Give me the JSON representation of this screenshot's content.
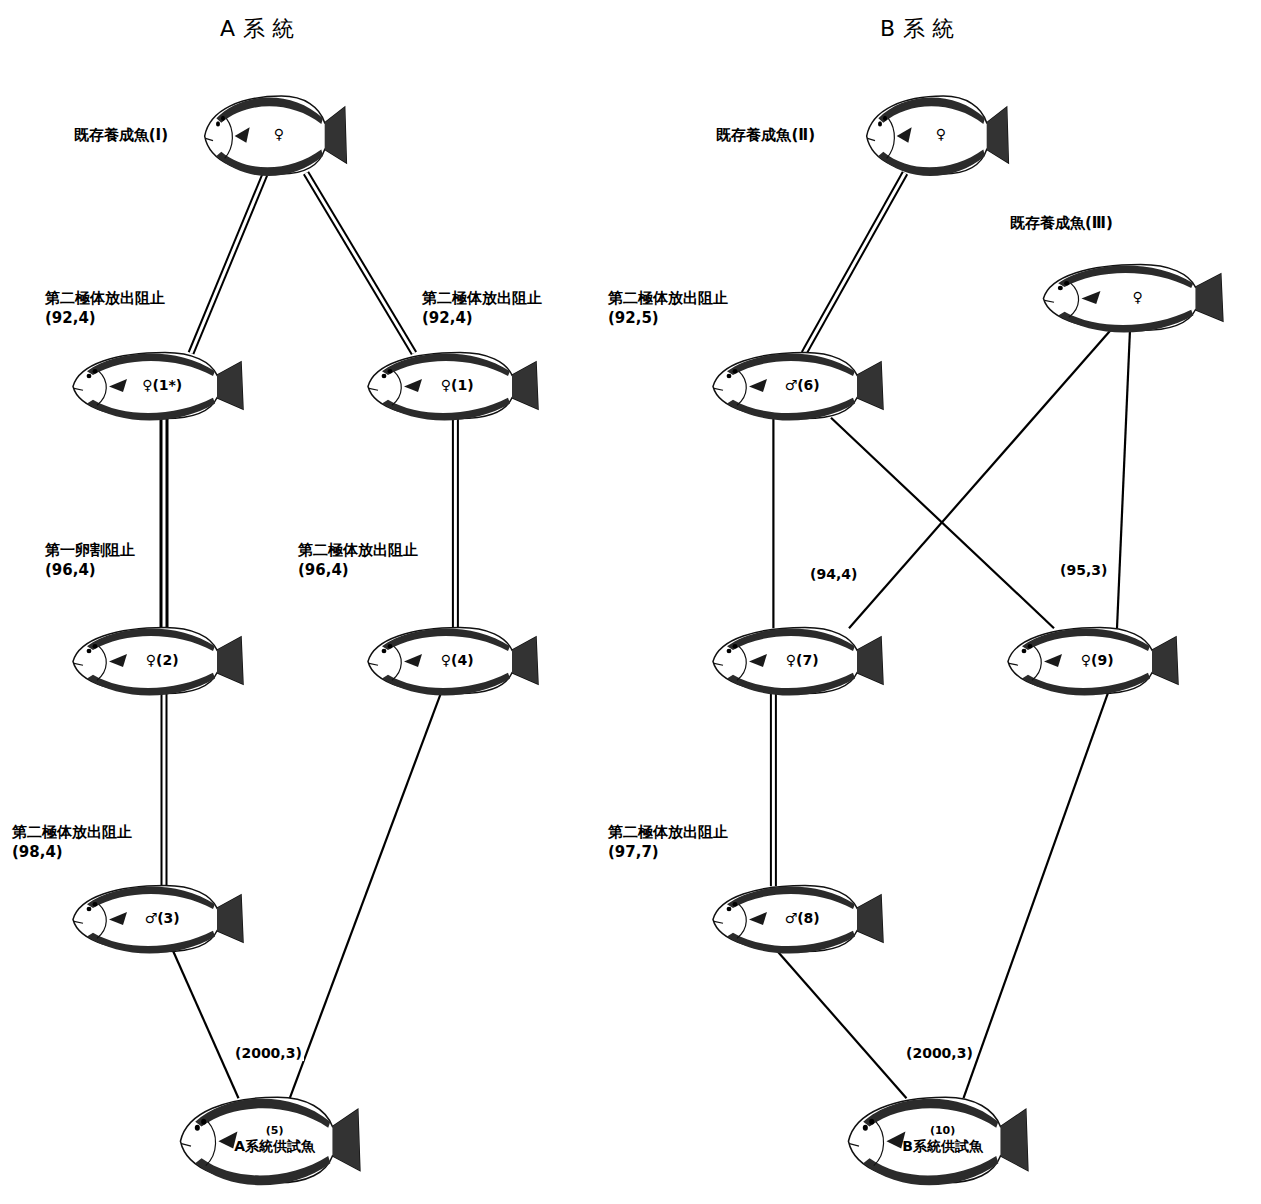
{
  "diagram": {
    "nodes": [
      {
        "text": [
          "既存養成魚(Ⅰ)",
          "♀"
        ]
      },
      {
        "text": [
          "♀(1*)"
        ]
      },
      {
        "text": [
          "♀(1)"
        ]
      },
      {
        "text": [
          "♀(2)"
        ]
      },
      {
        "text": [
          "♀(4)"
        ]
      },
      {
        "text": [
          "♂(3)"
        ]
      },
      {
        "text": [
          "(5)",
          "A系統供試魚"
        ]
      },
      {
        "text": [
          "既存養成魚(Ⅱ)",
          "♀"
        ]
      },
      {
        "text": [
          "既存養成魚(Ⅲ)",
          "♀"
        ]
      },
      {
        "text": [
          "♂(6)"
        ]
      },
      {
        "text": [
          "♀(7)"
        ]
      },
      {
        "text": [
          "♀(9)"
        ]
      },
      {
        "text": [
          "♂(8)"
        ]
      },
      {
        "text": [
          "(10)",
          "B系統供試魚"
        ]
      }
    ],
    "edges": [
      {
        "from": 0,
        "to": 1,
        "label": "第二極体放出阻止 (92,4)",
        "arrow": "none"
      },
      {
        "from": 0,
        "to": 2,
        "label": "第二極体放出阻止 (92,4)",
        "arrow": "none"
      },
      {
        "from": 1,
        "to": 3,
        "label": "第一卵割阻止 (96,4)",
        "arrow": "none"
      },
      {
        "from": 2,
        "to": 4,
        "label": "第二極体放出阻止 (96,4)",
        "arrow": "none"
      },
      {
        "from": 3,
        "to": 5,
        "label": "第二極体放出阻止 (98,4)",
        "arrow": "none"
      },
      {
        "from": 5,
        "to": 6,
        "label": "(2000,3)",
        "arrow": "none"
      },
      {
        "from": 4,
        "to": 6,
        "arrow": "none"
      },
      {
        "from": 7,
        "to": 9,
        "label": "第二極体放出阻止 (92,5)",
        "arrow": "none"
      },
      {
        "from": 9,
        "to": 10,
        "arrow": "none"
      },
      {
        "from": 8,
        "to": 10,
        "label": "(94,4)",
        "arrow": "none"
      },
      {
        "from": 9,
        "to": 11,
        "label": "(95,3)",
        "arrow": "none"
      },
      {
        "from": 8,
        "to": 11,
        "arrow": "none"
      },
      {
        "from": 10,
        "to": 12,
        "label": "第二極体放出阻止 (97,7)",
        "arrow": "none"
      },
      {
        "from": 12,
        "to": 13,
        "label": "(2000,3)",
        "arrow": "none"
      },
      {
        "from": 11,
        "to": 13,
        "arrow": "none"
      }
    ],
    "labels": [
      "A系統",
      "B系統"
    ]
  }
}
